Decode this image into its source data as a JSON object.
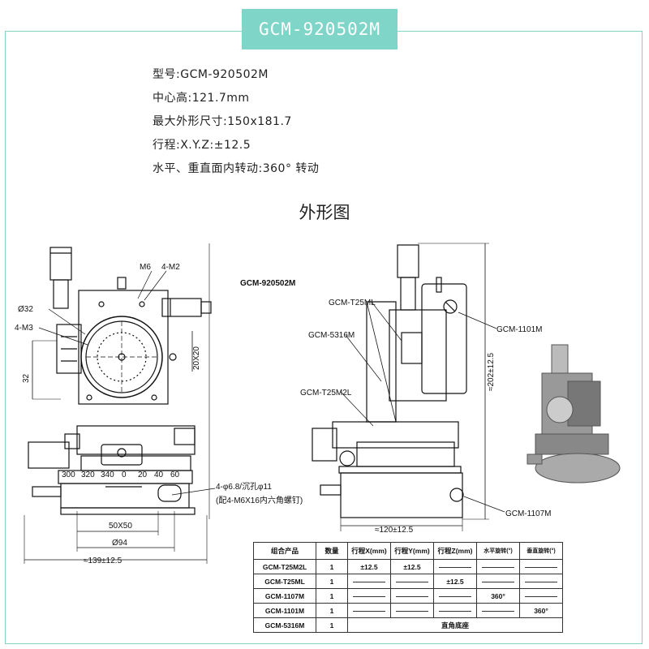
{
  "header": {
    "title": "GCM-920502M"
  },
  "specs": [
    "型号:GCM-920502M",
    "中心高:121.7mm",
    "最大外形尺寸:150x181.7",
    "行程:X.Y.Z:±12.5",
    "水平、重直面内转动:360° 转动"
  ],
  "section": {
    "title": "外形图"
  },
  "drawing": {
    "model_label": "GCM-920502M",
    "front": {
      "m6": "M6",
      "m2": "4-M2",
      "phi32": "Ø32",
      "m3": "4-M3",
      "dim_20x20": "20X20",
      "dim_32": "32",
      "mount_hole": "4-φ6.8/沉孔φ11",
      "mount_note": "(配4-M6X16内六角螺钉)",
      "dim_50x50": "50X50",
      "dim_94": "Ø94",
      "dim_139": "≈139±12.5",
      "dial_numbers": [
        "300",
        "320",
        "340",
        "0",
        "20",
        "40",
        "60"
      ]
    },
    "side": {
      "t25ml": "GCM-T25ML",
      "s5316m": "GCM-5316M",
      "t25m2l": "GCM-T25M2L",
      "c1101m": "GCM-1101M",
      "c1107m": "GCM-1107M",
      "dim_202": "≈202±12.5",
      "dim_120": "≈120±12.5"
    }
  },
  "table": {
    "headers": [
      "组合产品",
      "数量",
      "行程X(mm)",
      "行程Y(mm)",
      "行程Z(mm)",
      "水平旋转(°)",
      "垂直旋转(°)"
    ],
    "rows": [
      [
        "GCM-T25M2L",
        "1",
        "±12.5",
        "±12.5",
        "",
        "",
        ""
      ],
      [
        "GCM-T25ML",
        "1",
        "",
        "",
        "±12.5",
        "",
        ""
      ],
      [
        "GCM-1107M",
        "1",
        "",
        "",
        "",
        "360°",
        ""
      ],
      [
        "GCM-1101M",
        "1",
        "",
        "",
        "",
        "",
        "360°"
      ],
      [
        "GCM-5316M",
        "1",
        "直角底座",
        "",
        "",
        "",
        ""
      ]
    ]
  },
  "colors": {
    "accent": "#7fd6c8",
    "line": "#111111"
  }
}
